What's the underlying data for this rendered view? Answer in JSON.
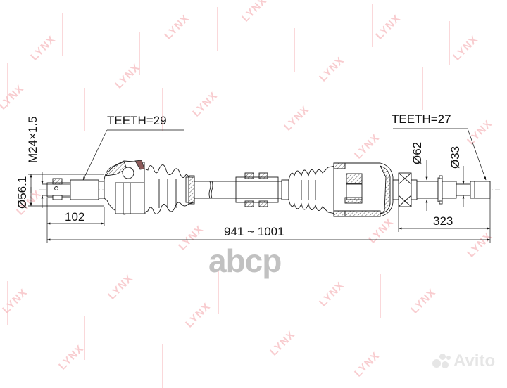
{
  "diagram": {
    "subject": "drive shaft (CV axle) technical drawing",
    "labels": {
      "teeth_left": "TEETH=29",
      "teeth_right": "TEETH=27",
      "thread": "M24×1.5",
      "diameter_left": "Ø56.1",
      "diameter_right_outer": "Ø62",
      "diameter_right_inner": "Ø33",
      "length_left": "102",
      "length_right": "323",
      "total_length": "941 ~ 1001"
    },
    "watermark_text": "LYNX",
    "colors": {
      "line": "#1a1a1a",
      "watermark": "#f4a3a8",
      "boot_accent": "#8c5a5a"
    }
  },
  "overlays": {
    "abcp_logo": "abcp",
    "avito_logo": "Avito"
  }
}
